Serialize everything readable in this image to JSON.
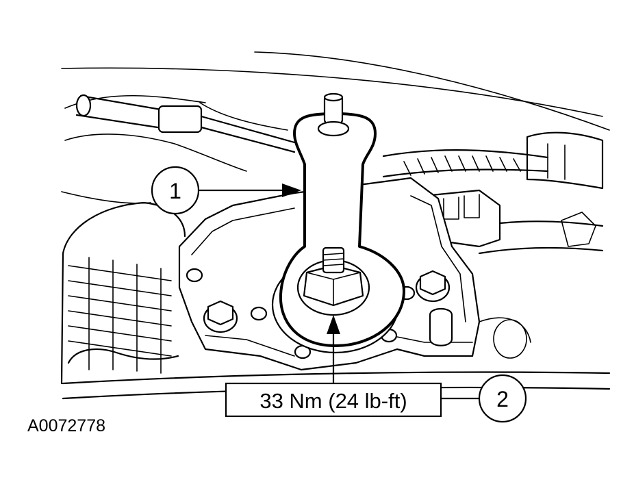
{
  "figure_id": "A0072778",
  "callouts": [
    {
      "number": "1"
    },
    {
      "number": "2"
    }
  ],
  "torque_spec": "33 Nm (24 lb-ft)"
}
